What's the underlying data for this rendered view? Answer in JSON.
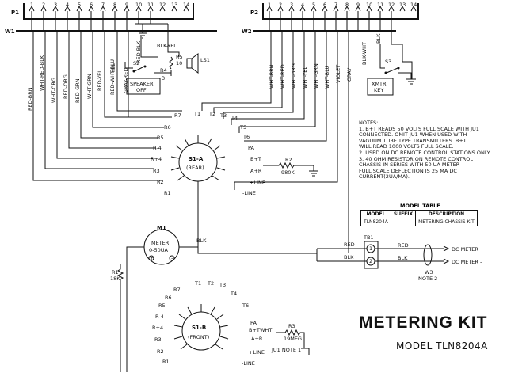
{
  "title": "METERING KIT",
  "subtitle": "MODEL TLN8204A",
  "connectors": {
    "p1": {
      "label": "P1",
      "pins": [
        "1",
        "2",
        "3",
        "4",
        "5",
        "6",
        "7",
        "8",
        "9",
        "10",
        "11",
        "12",
        "13",
        "14"
      ]
    },
    "p2": {
      "label": "P2",
      "pins": [
        "1",
        "2",
        "3",
        "4",
        "5",
        "6",
        "7",
        "8",
        "9",
        "10",
        "11",
        "12",
        "13",
        "14"
      ]
    }
  },
  "cables": {
    "w1": "W1",
    "w2": "W2",
    "w3": "W3"
  },
  "p1_wires": [
    "RED-BRN",
    "WHT-RED-BLK",
    "WHT-ORG",
    "RED-ORG",
    "RED-GRN",
    "WHT-GRN",
    "RED-YEL",
    "RED-WHT-BLU",
    "GRAY-RED"
  ],
  "p2_wires": [
    "WHT-BRN",
    "WHT-RED",
    "WHT-ORG",
    "WHT-YEL",
    "WHT-GRN",
    "WHT-BLU",
    "VIOLET",
    "GRAY",
    "BLK-WHT",
    "BLK"
  ],
  "speaker": {
    "yel": "YEL",
    "red_blk": "RED-BLK",
    "blk_yel": "BLK-YEL",
    "s2": "S2",
    "r4": "R4",
    "r5": "R5",
    "r5_val": "10",
    "ls1": "LS1",
    "pin3": "3",
    "box": [
      "SPEAKER",
      "OFF"
    ]
  },
  "xmtr": {
    "s3": "S3",
    "box": [
      "XMTR",
      "KEY"
    ]
  },
  "s1a": {
    "name": "S1-A",
    "sub": "(REAR)"
  },
  "s1b": {
    "name": "S1-B",
    "sub": "(FRONT)"
  },
  "s1a_labels": [
    "R7",
    "T1",
    "T2",
    "T3",
    "T4",
    "R6",
    "T5",
    "R5",
    "T6",
    "R-4",
    "PA",
    "R+4",
    "B+T",
    "R3",
    "A+R",
    "R2",
    "+LINE",
    "R1",
    "-LINE"
  ],
  "s1b_labels": [
    "R7",
    "T1",
    "T2",
    "T3",
    "R6",
    "T4",
    "R5",
    "T6",
    "R-4",
    "PA",
    "R+4",
    "B+T",
    "R3",
    "A+R",
    "R2",
    "+LINE",
    "R1",
    "-LINE"
  ],
  "r2": {
    "name": "R2",
    "value": "980K"
  },
  "r3": {
    "name": "R3",
    "value": "19MEG",
    "wht": "WHT",
    "ju1": "JU1 NOTE 1"
  },
  "r1": {
    "name": "R1",
    "value": "18K"
  },
  "meter": {
    "name": "M1",
    "line1": "METER",
    "line2": "0-50UA",
    "plus": "+",
    "minus": "-",
    "blk": "BLK"
  },
  "tb1": {
    "name": "TB1",
    "t1": "1",
    "t2": "2",
    "red": "RED",
    "blk": "BLK"
  },
  "outputs": {
    "red": "RED",
    "blk": "BLK",
    "dc_plus": "DC METER +",
    "dc_minus": "DC METER -",
    "note2": "NOTE 2"
  },
  "notes": {
    "heading": "NOTES:",
    "lines": [
      "1. B+T READS 50 VOLTS FULL SCALE WITH JU1",
      "   CONNECTED. OMIT JU1 WHEN USED WITH",
      "   VAGUUM TUBE TYPE TRANSMITTERS. B+T",
      "   WILL READ 1000 VOLTS FULL SCALE.",
      "2. USED ON DC REMOTE CONTROL STATIONS ONLY.",
      "3. 40 OHM RESISTOR ON REMOTE CONTROL",
      "   CHASSIS IN SERIES WITH 50 UA METER",
      "   FULL SCALE DEFLECTION IS 25 MA DC",
      "   CURRENT(2UA/MA)."
    ]
  },
  "model_table": {
    "caption": "MODEL TABLE",
    "headers": [
      "MODEL",
      "SUFFIX",
      "DESCRIPTION"
    ],
    "rows": [
      [
        "TLN8204A",
        "",
        "METERING CHASSIS KIT"
      ]
    ]
  }
}
